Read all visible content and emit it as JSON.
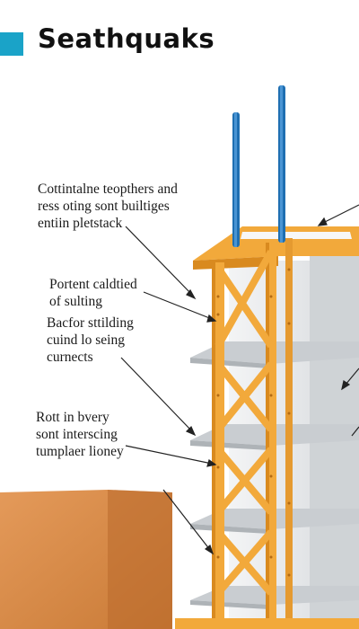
{
  "title": "Seathquaks",
  "colors": {
    "accent": "#1aa3c8",
    "frame": "#f2a93b",
    "frame_dark": "#d98a1f",
    "slab": "#c9cdd1",
    "wall": "#e6e8ea",
    "block": "#d98a4a",
    "rod": "#1f6fb2"
  },
  "labels": [
    {
      "id": "label-1",
      "text": "Cottintalne teopthers and\nress oting sont builtiges\nentiin pletstack"
    },
    {
      "id": "label-2",
      "text": "Portent caldtied\nof sulting"
    },
    {
      "id": "label-3",
      "text": "Bacfor sttilding\ncuind lo seing\ncurnects"
    },
    {
      "id": "label-4",
      "text": "Rott in bvery\nsont interscing\ntumplaer lioney"
    }
  ]
}
